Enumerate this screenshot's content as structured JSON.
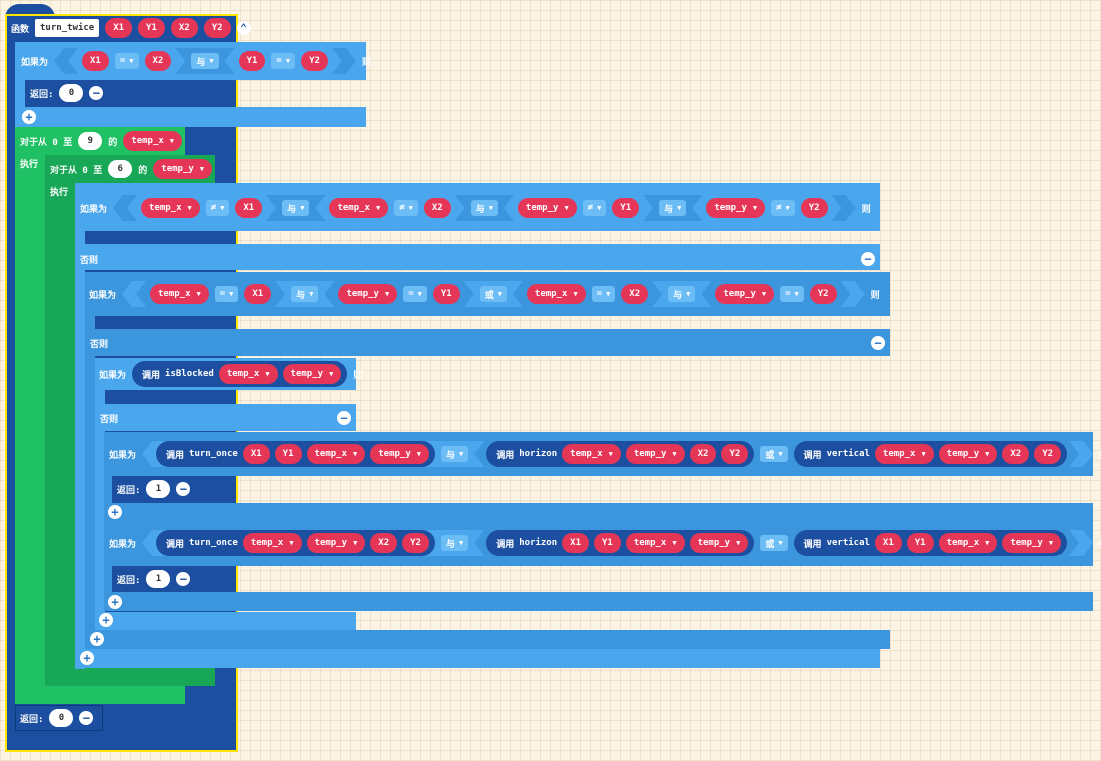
{
  "labels": {
    "function": "函数",
    "if": "如果为",
    "then": "则",
    "else": "否则",
    "return": "返回:",
    "for_prefix": "对于从 0 至",
    "for_of": "的",
    "do": "执行",
    "and": "与",
    "or": "或",
    "call": "调用"
  },
  "function": {
    "name": "turn_twice",
    "params": [
      "X1",
      "Y1",
      "X2",
      "Y2"
    ],
    "final_return": "0"
  },
  "if1": {
    "a": "X1",
    "op1": "=",
    "b": "X2",
    "join": "与",
    "c": "Y1",
    "op2": "=",
    "d": "Y2",
    "return": "0"
  },
  "loop_outer": {
    "max": "9",
    "var": "temp_x"
  },
  "loop_inner": {
    "max": "6",
    "var": "temp_y"
  },
  "if2": {
    "terms": [
      {
        "a": "temp_x",
        "op": "≠",
        "b": "X1"
      },
      {
        "a": "temp_x",
        "op": "≠",
        "b": "X2"
      },
      {
        "a": "temp_y",
        "op": "≠",
        "b": "Y1"
      },
      {
        "a": "temp_y",
        "op": "≠",
        "b": "Y2"
      }
    ],
    "joins": [
      "与",
      "与",
      "与"
    ]
  },
  "if3": {
    "terms": [
      {
        "a": "temp_x",
        "op": "=",
        "b": "X1"
      },
      {
        "a": "temp_y",
        "op": "=",
        "b": "Y1"
      },
      {
        "a": "temp_x",
        "op": "=",
        "b": "X2"
      },
      {
        "a": "temp_y",
        "op": "=",
        "b": "Y2"
      }
    ],
    "joins": [
      "与",
      "或",
      "与"
    ]
  },
  "if4": {
    "fn": "isBlocked",
    "args": [
      "temp_x",
      "temp_y"
    ]
  },
  "if5": {
    "c1": {
      "fn": "turn_once",
      "args": [
        "X1",
        "Y1",
        "temp_x",
        "temp_y"
      ]
    },
    "join1": "与",
    "c2": {
      "fn": "horizon",
      "args": [
        "temp_x",
        "temp_y",
        "X2",
        "Y2"
      ]
    },
    "join2": "或",
    "c3": {
      "fn": "vertical",
      "args": [
        "temp_x",
        "temp_y",
        "X2",
        "Y2"
      ]
    },
    "return": "1"
  },
  "if6": {
    "c1": {
      "fn": "turn_once",
      "args": [
        "temp_x",
        "temp_y",
        "X2",
        "Y2"
      ]
    },
    "join1": "与",
    "c2": {
      "fn": "horizon",
      "args": [
        "X1",
        "Y1",
        "temp_x",
        "temp_y"
      ]
    },
    "join2": "或",
    "c3": {
      "fn": "vertical",
      "args": [
        "X1",
        "Y1",
        "temp_x",
        "temp_y"
      ]
    },
    "return": "1"
  }
}
